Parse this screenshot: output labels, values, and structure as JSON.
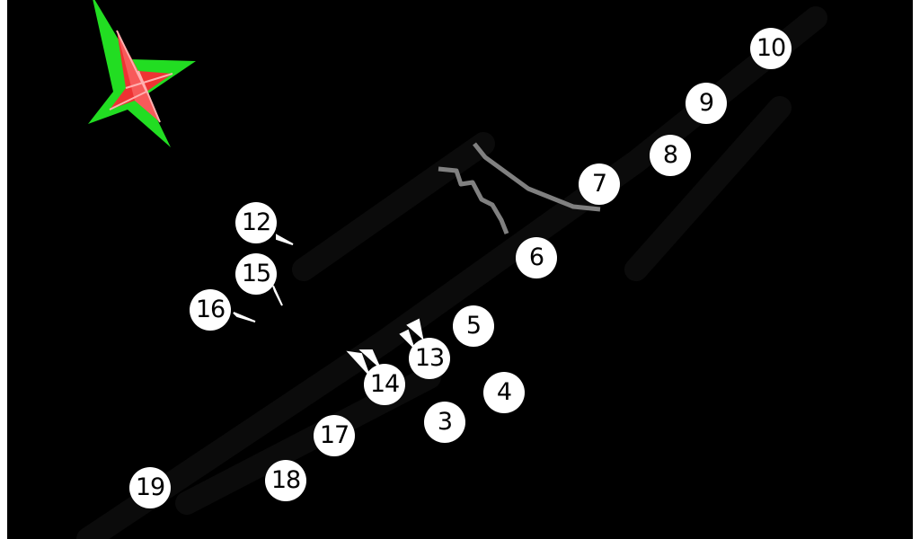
{
  "map": {
    "background": "#000000",
    "track_color": "#0b0b0b",
    "pit_lane_color": "#808080",
    "kerb_color": "#ffffff"
  },
  "compass": {
    "icon": "compass-star-icon",
    "outer_color": "#22dd22",
    "inner_color": "#ee3333",
    "highlight_color": "#ff9999"
  },
  "corners": [
    {
      "id": "c3",
      "label": "3"
    },
    {
      "id": "c4",
      "label": "4"
    },
    {
      "id": "c5",
      "label": "5"
    },
    {
      "id": "c6",
      "label": "6"
    },
    {
      "id": "c7",
      "label": "7"
    },
    {
      "id": "c8",
      "label": "8"
    },
    {
      "id": "c9",
      "label": "9"
    },
    {
      "id": "c10",
      "label": "10"
    },
    {
      "id": "c12",
      "label": "12"
    },
    {
      "id": "c13",
      "label": "13"
    },
    {
      "id": "c14",
      "label": "14"
    },
    {
      "id": "c15",
      "label": "15"
    },
    {
      "id": "c16",
      "label": "16"
    },
    {
      "id": "c17",
      "label": "17"
    },
    {
      "id": "c18",
      "label": "18"
    },
    {
      "id": "c19",
      "label": "19"
    }
  ]
}
